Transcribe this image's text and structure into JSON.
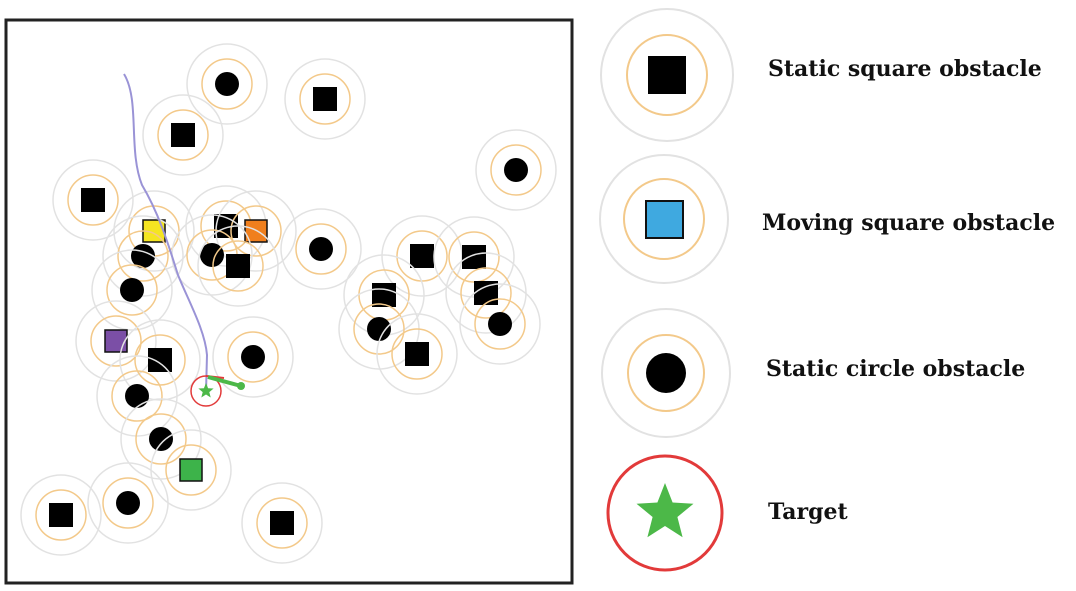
{
  "legend": {
    "static_square": "Static square obstacle",
    "moving_square": "Moving square obstacle",
    "static_circle": "Static circle obstacle",
    "target": "Target"
  },
  "colors": {
    "obstacle": "#000000",
    "inner_ring": "#f3c98a",
    "outer_ring": "#e2e2e2",
    "path": "#9a93d6",
    "target_circle": "#e23a3a",
    "target_star": "#4cb848",
    "robot_heading": "#4cb848",
    "moving_yellow": "#f5e521",
    "moving_orange": "#f07f1d",
    "moving_purple": "#7b4fa6",
    "moving_green": "#3db34a",
    "moving_blue_legend": "#3fa9e0"
  },
  "icons": {
    "static_square": "square-icon",
    "moving_square": "square-icon",
    "static_circle": "circle-icon",
    "target": "star-icon"
  }
}
